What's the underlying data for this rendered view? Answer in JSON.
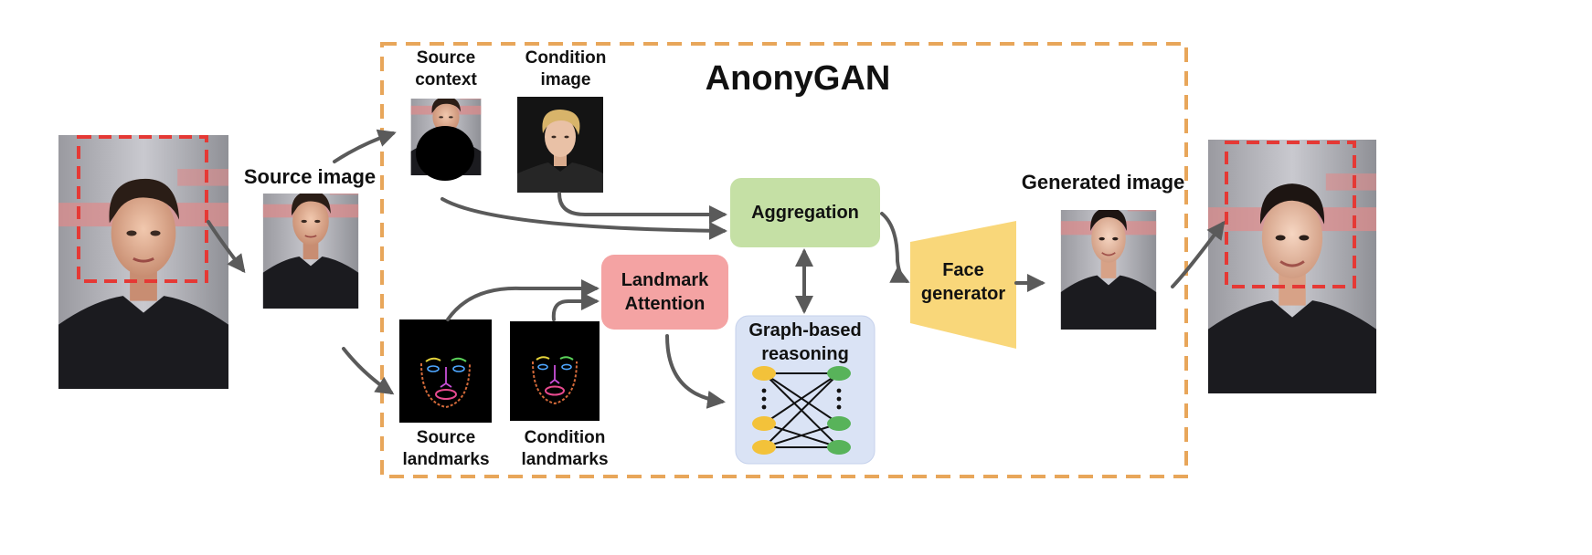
{
  "framework": {
    "title": "AnonyGAN"
  },
  "labels": {
    "source_image": "Source image",
    "source_context": "Source\ncontext",
    "condition_image": "Condition\nimage",
    "source_landmarks": "Source\nlandmarks",
    "condition_landmarks": "Condition\nlandmarks",
    "generated_image": "Generated image"
  },
  "nodes": {
    "aggregation": "Aggregation",
    "landmark_attention": "Landmark\nAttention",
    "graph_reasoning": "Graph-based\nreasoning",
    "face_generator": "Face\ngenerator"
  },
  "colors": {
    "frame": "#e8a65a",
    "aggregation": "#c5e0a5",
    "landmark_attention": "#f4a3a3",
    "graph_box": "#dae3f5",
    "face_generator": "#f9d77a",
    "node_yellow": "#f3c23a",
    "node_green": "#58b35a",
    "bbox": "#e53935",
    "arrow": "#5a5a5a"
  }
}
